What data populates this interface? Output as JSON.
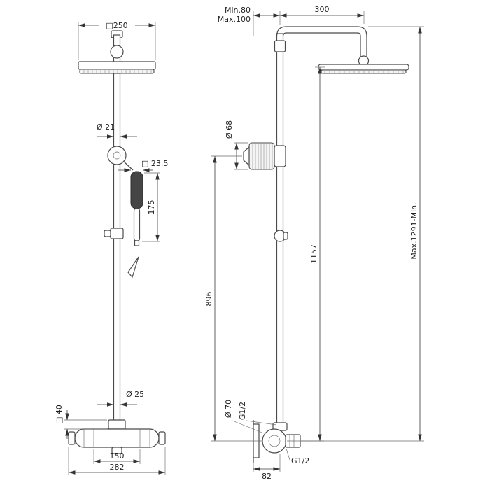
{
  "meta": {
    "background_color": "#ffffff",
    "line_color": "#4a4a4a",
    "dimension_color": "#333333"
  },
  "front_view": {
    "head_width": "□250",
    "upper_pipe_diameter": "Ø 21",
    "handshower_width": "□ 23.5",
    "handshower_length": "175",
    "riser_diameter": "Ø 25",
    "valve_escutcheon_size": "□ 40",
    "connection_spacing": "150",
    "valve_overall_width": "282"
  },
  "side_view": {
    "wall_clearance_min": "Min.80",
    "wall_clearance_max": "Max.100",
    "arm_projection": "300",
    "handshower_holder_diameter": "Ø 68",
    "holder_to_valve_height": "896",
    "head_to_valve_height": "1157",
    "overall_height": "Max.1291-Min.",
    "valve_body_diameter": "Ø 70",
    "valve_connection_thread": "G1/2",
    "wall_union_thread": "G1/2",
    "valve_depth": "82"
  }
}
